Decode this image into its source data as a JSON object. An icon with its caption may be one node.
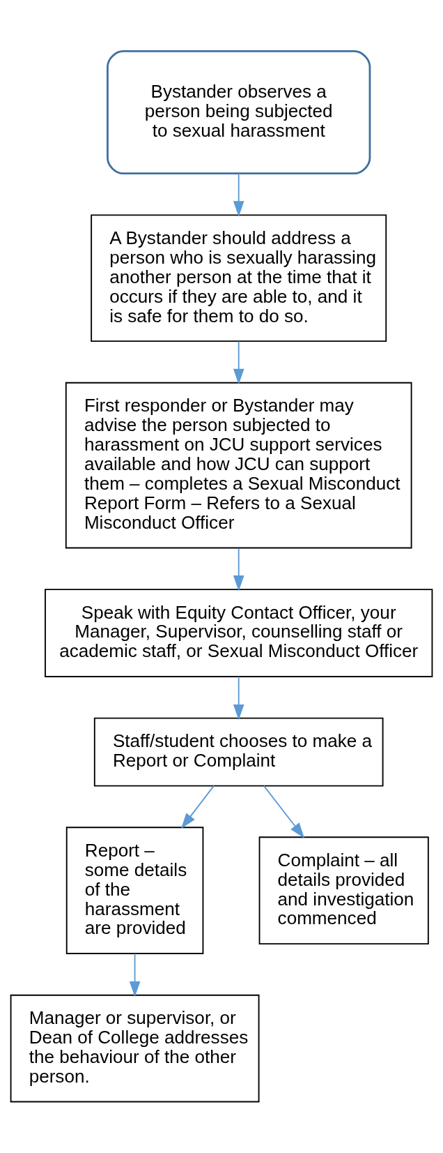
{
  "diagram": {
    "nodes": [
      {
        "text": [
          "Bystander observes a person being subjected to sexual harassment"
        ]
      },
      {
        "text": [
          "A Bystander should address a person who is sexually harassing another person at the time that it occurs if they are able to, and it is safe for them to do so."
        ]
      },
      {
        "text": [
          "First responder or Bystander may advise the person subjected to harassment on JCU support services available and how JCU can support them – completes a Sexual Misconduct Report Form – Refers to a Sexual Misconduct Officer"
        ]
      },
      {
        "text": [
          "Speak with Equity Contact Officer, your Manager, Supervisor, counselling staff or academic staff, or Sexual Misconduct Officer"
        ]
      },
      {
        "text": [
          "Staff/student chooses to make a Report or Complaint"
        ]
      },
      {
        "text": [
          "Report – some details of the harassment are provided"
        ]
      },
      {
        "text": [
          "Complaint – all details provided and investigation commenced"
        ]
      },
      {
        "text": [
          "Manager or supervisor, or Dean of College addresses the behaviour of the other person."
        ]
      }
    ],
    "edges": [
      {
        "from": 0,
        "to": 1,
        "arrow": "to"
      },
      {
        "from": 1,
        "to": 2,
        "arrow": "to"
      },
      {
        "from": 2,
        "to": 3,
        "arrow": "to"
      },
      {
        "from": 3,
        "to": 4,
        "arrow": "to"
      },
      {
        "from": 4,
        "to": 5,
        "arrow": "to"
      },
      {
        "from": 4,
        "to": 6,
        "arrow": "to"
      },
      {
        "from": 5,
        "to": 7,
        "arrow": "to"
      }
    ]
  }
}
